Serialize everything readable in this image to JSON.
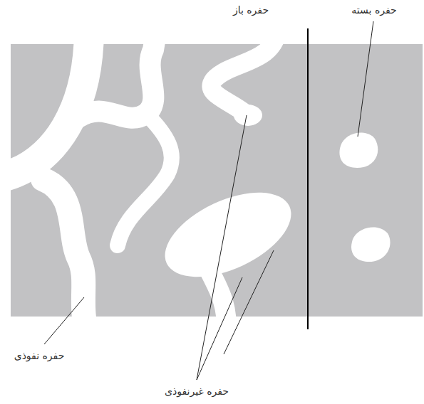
{
  "diagram": {
    "labels": [
      "حفره باز",
      "حفره بسته",
      "حفره نفوذی",
      "حفره غیرنفوذی"
    ]
  }
}
